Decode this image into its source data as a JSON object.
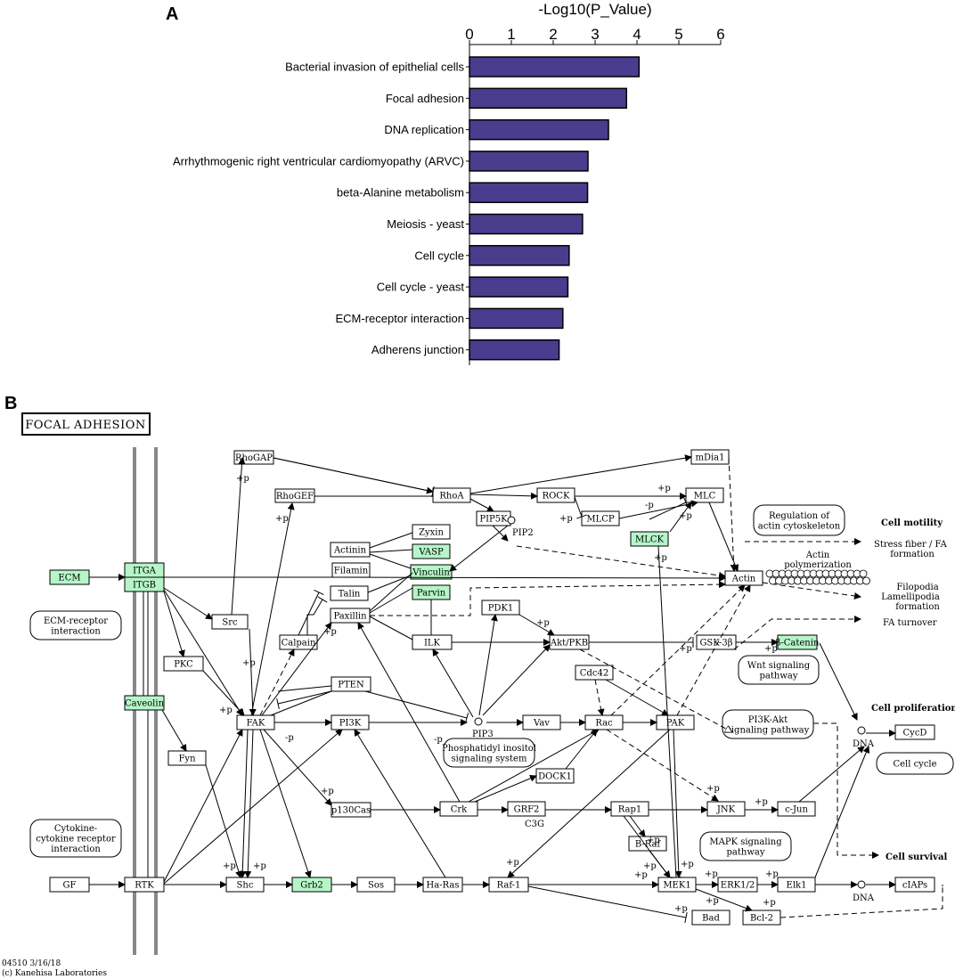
{
  "panel_a": {
    "letter": "A"
  },
  "panel_b": {
    "letter": "B"
  },
  "chart_data": {
    "type": "bar",
    "orientation": "horizontal",
    "title": "-Log10(P_Value)",
    "xlabel": "-Log10(P_Value)",
    "ylabel": "",
    "xlim": [
      0,
      6
    ],
    "ticks": [
      "0",
      "1",
      "2",
      "3",
      "4",
      "5",
      "6"
    ],
    "categories": [
      "Bacterial invasion of epithelial cells",
      "Focal adhesion",
      "DNA replication",
      "Arrhythmogenic right ventricular cardiomyopathy (ARVC)",
      "beta-Alanine metabolism",
      "Meiosis - yeast",
      "Cell cycle",
      "Cell cycle - yeast",
      "ECM-receptor interaction",
      "Adherens junction"
    ],
    "values": [
      4.05,
      3.75,
      3.32,
      2.83,
      2.82,
      2.7,
      2.38,
      2.35,
      2.23,
      2.14
    ],
    "bar_color": "#4b3c8e",
    "grid": false,
    "legend": "none"
  },
  "pathway": {
    "title": "FOCAL ADHESION",
    "highlight_color": "#b5f5c8",
    "nodes": {
      "ecm": "ECM",
      "itga": "ITGA",
      "itgb": "ITGB",
      "caveolin": "Caveolin",
      "ecm_receptor": [
        "ECM-receptor",
        "interaction"
      ],
      "cytokine_receptor": [
        "Cytokine-",
        "cytokine receptor",
        "interaction"
      ],
      "rhogap": "RhoGAP",
      "rhogef": "RhoGEF",
      "rhoa": "RhoA",
      "pip5k": "PIP5K",
      "rock": "ROCK",
      "mlcp": "MLCP",
      "mlc": "MLC",
      "mdia1": "mDia1",
      "mlck": "MLCK",
      "actinin": "Actinin",
      "zyxin": "Zyxin",
      "vasp": "VASP",
      "filamin": "Filamin",
      "vinculin": "Vinculin",
      "talin": "Talin",
      "parvin": "Parvin",
      "paxillin": "Paxillin",
      "src": "Src",
      "calpain": "Calpain",
      "pkc": "PKC",
      "ilk": "ILK",
      "pdk1": "PDK1",
      "akt": "Akt/PKB",
      "gsk3b": "GSK-3β",
      "bcatenin": "β-Catenin",
      "actin": "Actin",
      "pten": "PTEN",
      "fak": "FAK",
      "pi3k": "PI3K",
      "vav": "Vav",
      "rac": "Rac",
      "pak": "PAK",
      "cdc42": "Cdc42",
      "fyn": "Fyn",
      "dock1": "DOCK1",
      "p130cas": "p130Cas",
      "crk": "Crk",
      "grf2": "GRF2",
      "rap1": "Rap1",
      "jnk": "JNK",
      "cjun": "c-Jun",
      "braf": "B-Raf",
      "gf": "GF",
      "rtk": "RTK",
      "shc": "Shc",
      "grb2": "Grb2",
      "sos": "Sos",
      "hras": "Ha-Ras",
      "raf1": "Raf-1",
      "mek1": "MEK1",
      "erk12": "ERK1/2",
      "elk1": "Elk1",
      "bad": "Bad",
      "bcl2": "Bcl-2",
      "cycd": "CycD",
      "ciaps": "cIAPs"
    },
    "texts": {
      "pip2": "PIP2",
      "pip3": "PIP3",
      "c3g": "C3G",
      "dna": "DNA",
      "actin_polymerization": [
        "Actin",
        "polymerization"
      ],
      "regulation_actin": [
        "Regulation of",
        "actin cytoskeleton"
      ],
      "cell_motility": "Cell motility",
      "stress_fiber": [
        "Stress fiber / FA",
        "formation"
      ],
      "filopodia": [
        "Filopodia",
        "Lamellipodia",
        "formation"
      ],
      "fa_turnover": "FA turnover",
      "wnt": [
        "Wnt signaling",
        "pathway"
      ],
      "pi3k_akt": [
        "PI3K-Akt",
        "signaling pathway"
      ],
      "phosphatidyl": [
        "Phosphatidyl inositol",
        "signaling system"
      ],
      "mapk": [
        "MAPK signaling",
        "pathway"
      ],
      "cell_proliferation": "Cell proliferation",
      "cell_cycle": "Cell cycle",
      "cell_survival": "Cell survival",
      "plus_p": "+p",
      "minus_p": "-p"
    },
    "footer": {
      "code": "04510 3/16/18",
      "credit": "(c) Kanehisa Laboratories"
    }
  }
}
